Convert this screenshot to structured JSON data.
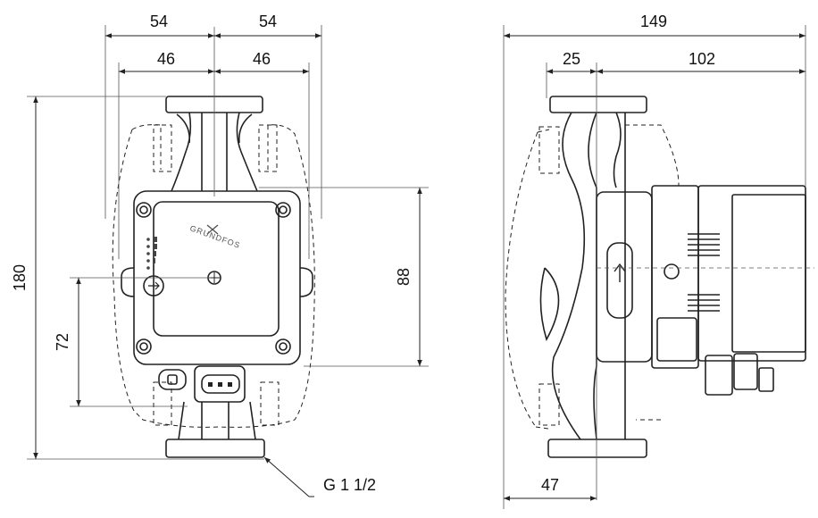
{
  "front_view": {
    "dims": {
      "half_width_left": "54",
      "half_width_right": "54",
      "inner_left": "46",
      "inner_right": "46",
      "overall_height": "180",
      "port_height": "72",
      "control_box_height": "88"
    },
    "brand": "GRUNDFOS",
    "thread_label": "G 1 1/2"
  },
  "side_view": {
    "dims": {
      "overall_length": "149",
      "left_offset": "25",
      "motor_length": "102",
      "base_depth": "47"
    }
  }
}
